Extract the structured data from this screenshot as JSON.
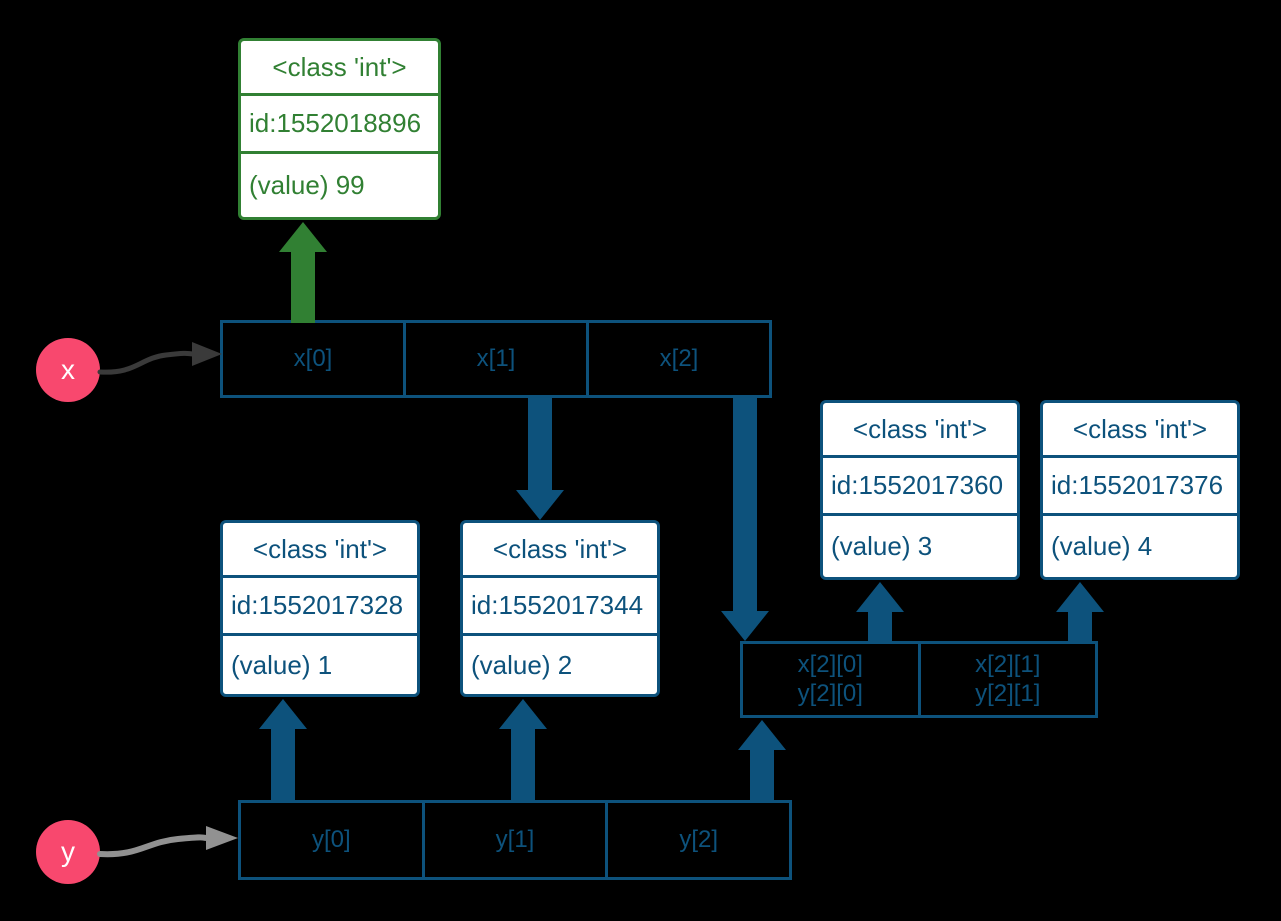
{
  "colors": {
    "blue": "#0d527c",
    "green": "#318033",
    "pink": "#f8486e",
    "x-arrow": "#3a3a3a",
    "y-arrow": "#919191",
    "bg": "#000000",
    "paper": "#ffffff"
  },
  "variables": {
    "x": {
      "label": "x"
    },
    "y": {
      "label": "y"
    }
  },
  "x_list": {
    "cells": [
      "x[0]",
      "x[1]",
      "x[2]"
    ]
  },
  "y_list": {
    "cells": [
      "y[0]",
      "y[1]",
      "y[2]"
    ]
  },
  "nested_list": {
    "cells": [
      {
        "line1": "x[2][0]",
        "line2": "y[2][0]"
      },
      {
        "line1": "x[2][1]",
        "line2": "y[2][1]"
      }
    ]
  },
  "objects": {
    "obj99": {
      "class": "<class 'int'>",
      "id": "id:1552018896",
      "value": "(value) 99"
    },
    "obj1": {
      "class": "<class 'int'>",
      "id": "id:1552017328",
      "value": "(value) 1"
    },
    "obj2": {
      "class": "<class 'int'>",
      "id": "id:1552017344",
      "value": "(value) 2"
    },
    "obj3": {
      "class": "<class 'int'>",
      "id": "id:1552017360",
      "value": "(value) 3"
    },
    "obj4": {
      "class": "<class 'int'>",
      "id": "id:1552017376",
      "value": "(value) 4"
    }
  }
}
